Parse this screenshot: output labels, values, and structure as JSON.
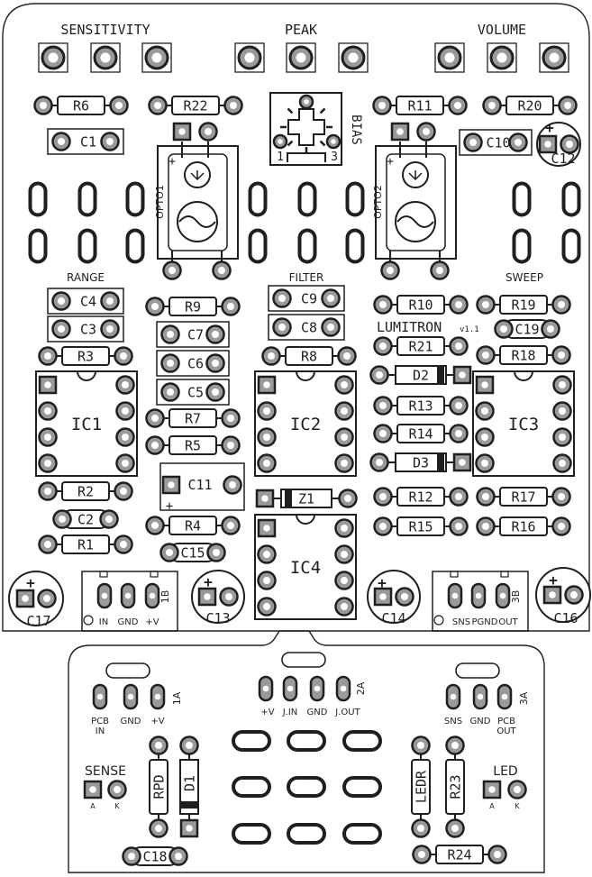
{
  "labels": {
    "sensitivity": "SENSITIVITY",
    "peak": "PEAK",
    "volume": "VOLUME",
    "bias": "BIAS",
    "bias_pin1": "1",
    "bias_pin3": "3",
    "range": "RANGE",
    "filter": "FILTER",
    "sweep": "SWEEP",
    "opto1": "OPTO1",
    "opto2": "OPTO2",
    "plus": "+",
    "brand": "LUMITRON",
    "version": "v1.1",
    "sense": "SENSE",
    "led": "LED",
    "anode": "A",
    "cathode": "K"
  },
  "resistors": {
    "r6": "R6",
    "r22": "R22",
    "r11": "R11",
    "r20": "R20",
    "r9": "R9",
    "r10": "R10",
    "r19": "R19",
    "r3": "R3",
    "r8": "R8",
    "r21": "R21",
    "r18": "R18",
    "r13": "R13",
    "r7": "R7",
    "r14": "R14",
    "r5": "R5",
    "r2": "R2",
    "r12": "R12",
    "r17": "R17",
    "r4": "R4",
    "r15": "R15",
    "r16": "R16",
    "r1": "R1",
    "r24": "R24",
    "rpd": "RPD",
    "ledr": "LEDR",
    "r23": "R23"
  },
  "capacitors": {
    "c1": "C1",
    "c10": "C10",
    "c12": "C12",
    "c4": "C4",
    "c9": "C9",
    "c3": "C3",
    "c8": "C8",
    "c7": "C7",
    "c19": "C19",
    "c6": "C6",
    "c5": "C5",
    "c11": "C11",
    "c2": "C2",
    "c15": "C15",
    "c17": "C17",
    "c13": "C13",
    "c14": "C14",
    "c16": "C16",
    "c18": "C18"
  },
  "ics": {
    "ic1": "IC1",
    "ic2": "IC2",
    "ic3": "IC3",
    "ic4": "IC4"
  },
  "diodes": {
    "d2": "D2",
    "d3": "D3",
    "z1": "Z1",
    "d1": "D1"
  },
  "headers": {
    "h1b": {
      "id": "1B",
      "pins": [
        "IN",
        "GND",
        "+V"
      ]
    },
    "h3b": {
      "id": "3B",
      "pins": [
        "SNS",
        "PGND",
        "OUT"
      ]
    },
    "h1a": {
      "id": "1A",
      "pins_line1": [
        "PCB",
        "GND",
        "+V"
      ],
      "pin1_line2": "IN"
    },
    "h2a": {
      "id": "2A",
      "pins": [
        "+V",
        "J.IN",
        "GND",
        "J.OUT"
      ]
    },
    "h3a": {
      "id": "3A",
      "pins_line1": [
        "SNS",
        "GND",
        "PCB"
      ],
      "pin3_line2": "OUT"
    }
  },
  "colors": {
    "ink": "#1f1f1f",
    "pad": "#9a9a9a",
    "outline": "#222222",
    "background": "#ffffff"
  }
}
